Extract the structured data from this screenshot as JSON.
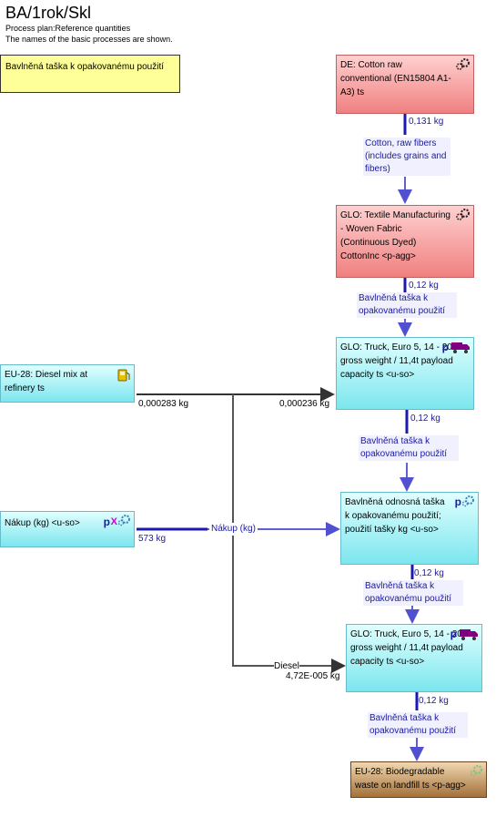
{
  "header": {
    "title": "BA/1rok/Skl",
    "subtitle1": "Process plan:Reference quantities",
    "subtitle2": "The names of the basic processes are shown."
  },
  "note": "Bavlněná taška k opakovanému použití",
  "processes": {
    "cotton": "DE: Cotton raw conventional (EN15804 A1-A3) ts",
    "textile": "GLO: Textile Manufacturing - Woven Fabric (Continuous Dyed) CottonInc <p-agg>",
    "truck1": "GLO: Truck, Euro 5, 14 - 20t gross weight / 11,4t payload capacity ts <u-so>",
    "diesel": "EU-28: Diesel mix at refinery ts",
    "nakup": "Nákup (kg) <u-so>",
    "bag": "Bavlněná odnosná taška k opakovanému použití; použití tašky kg <u-so>",
    "truck2": "GLO: Truck, Euro 5, 14 - 20t gross weight / 11,4t payload capacity ts <u-so>",
    "landfill": "EU-28: Biodegradable waste on landfill ts <p-agg>"
  },
  "flows": {
    "f1_qty": "0,131 kg",
    "f1_name": "Cotton, raw fibers (includes grains and fibers)",
    "f2_qty": "0,12 kg",
    "f2_name": "Bavlněná taška k opakovanému použití",
    "f3_qty": "0,12 kg",
    "f3_name": "Bavlněná taška k opakovanému použití",
    "f4_qty": "0,12 kg",
    "f4_name": "Bavlněná taška k opakovanému použití",
    "f5_qty": "0,12 kg",
    "f5_name": "Bavlněná taška k opakovanému použití",
    "diesel_out": "0,000283 kg",
    "diesel_in1": "0,000236 kg",
    "diesel_name": "Diesel",
    "diesel_in2": "4,72E-005 kg",
    "nakup_out": "573 kg",
    "nakup_name": "Nákup (kg)"
  },
  "icons": {
    "p": "p",
    "x": "X"
  }
}
